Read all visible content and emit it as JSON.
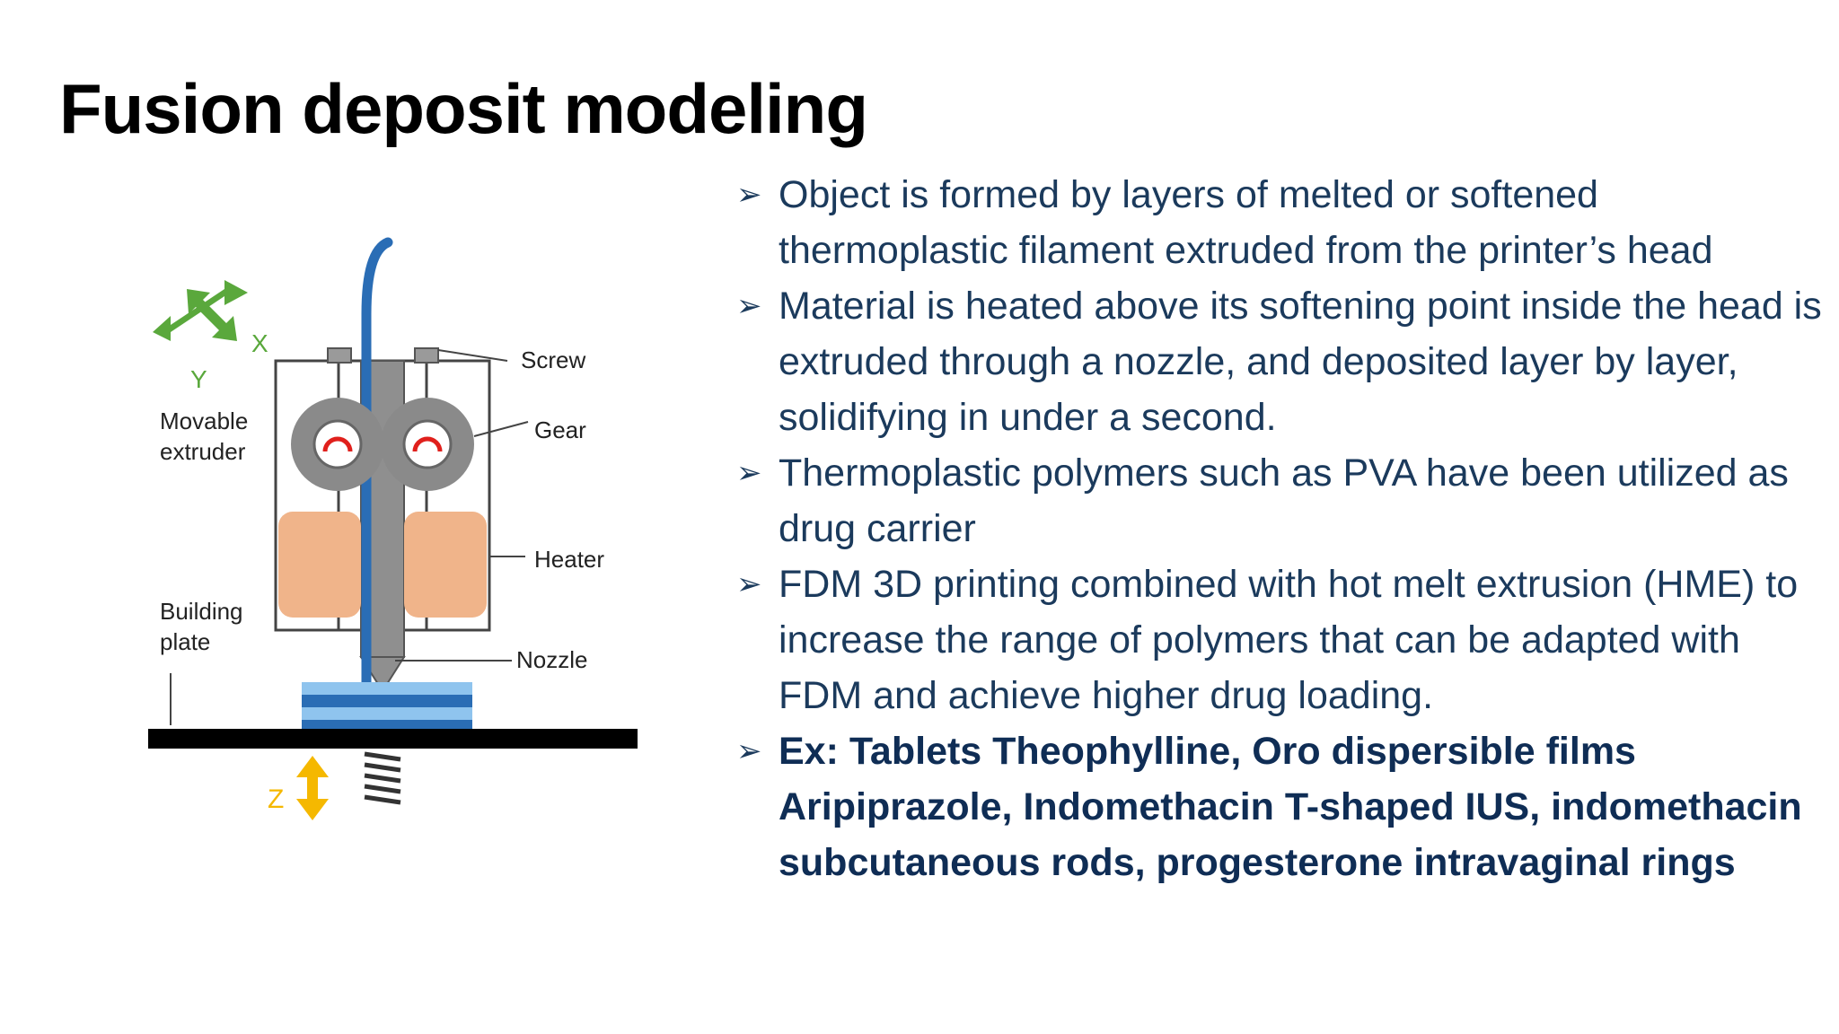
{
  "title": "Fusion deposit modeling",
  "figure": {
    "labels": {
      "screw": "Screw",
      "gear": "Gear",
      "heater": "Heater",
      "nozzle": "Nozzle",
      "movable_1": "Movable",
      "movable_2": "extruder",
      "building_1": "Building",
      "building_2": "plate",
      "axis_x": "X",
      "axis_y": "Y",
      "axis_z": "Z"
    },
    "colors": {
      "filament": "#2a6db5",
      "gear": "#8a8a8a",
      "heater": "#f0b48a",
      "plate": "#000000",
      "arrow_green": "#5aa83c",
      "arrow_yellow": "#f5b800",
      "gear_arrow": "#e0201c"
    }
  },
  "bullets": [
    {
      "text": "Object is formed by layers of melted or softened thermoplastic filament extruded from the printer’s head",
      "bold": false
    },
    {
      "text": "Material is heated above its softening point inside the head is extruded through a nozzle, and deposited layer by layer, solidifying in under a second.",
      "bold": false
    },
    {
      "text": "Thermoplastic polymers such as PVA have been utilized as drug carrier",
      "bold": false
    },
    {
      "text": "FDM 3D printing combined  with hot melt extrusion (HME) to increase the range of polymers that can be adapted with FDM and achieve higher drug loading.",
      "bold": false
    },
    {
      "text": "Ex: Tablets Theophylline,  Oro dispersible films Aripiprazole, Indomethacin T-shaped IUS, indomethacin subcutaneous rods, progesterone intravaginal rings",
      "bold": true
    }
  ],
  "bullet_marker": "➢"
}
